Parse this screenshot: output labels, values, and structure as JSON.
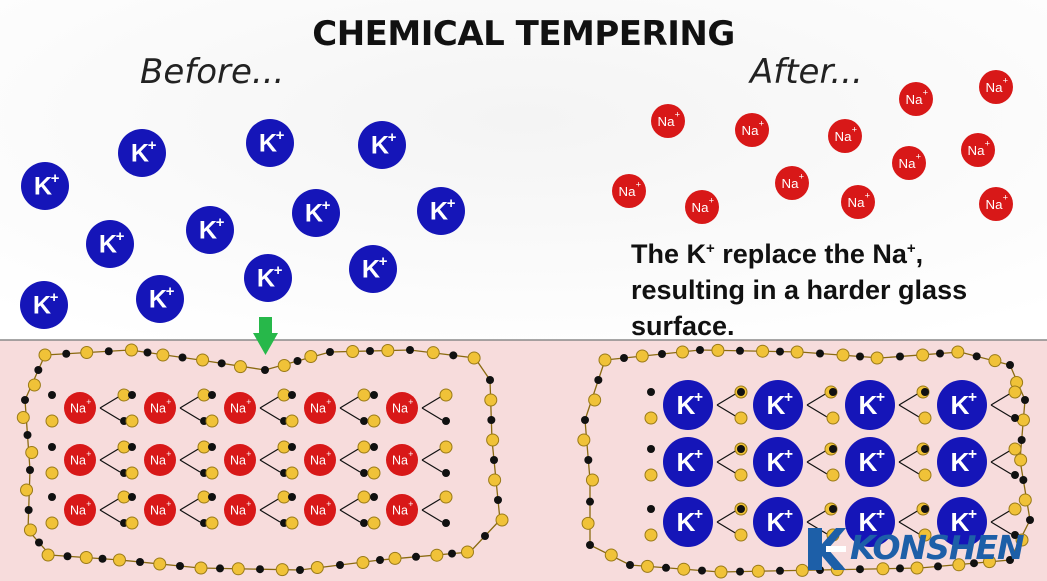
{
  "title": "CHEMICAL TEMPERING",
  "before_heading": "Before...",
  "after_heading": "After...",
  "ion_labels": {
    "potassium": "K",
    "sodium": "Na",
    "charge": "+"
  },
  "caption": {
    "line1_a": "The K",
    "line1_b": " replace the Na",
    "line1_c": ",",
    "line2": "resulting in a harder glass",
    "line3": "surface.",
    "charge": "+"
  },
  "brand": "KONSHEN",
  "colors": {
    "potassium_ion": "#1515b8",
    "sodium_ion": "#d81818",
    "glass_region": "#f7dcdc",
    "oxygen_atom": "#f0c238",
    "silicon_atom": "#111111",
    "arrow": "#27b84a",
    "brand": "#1d5fa8"
  }
}
